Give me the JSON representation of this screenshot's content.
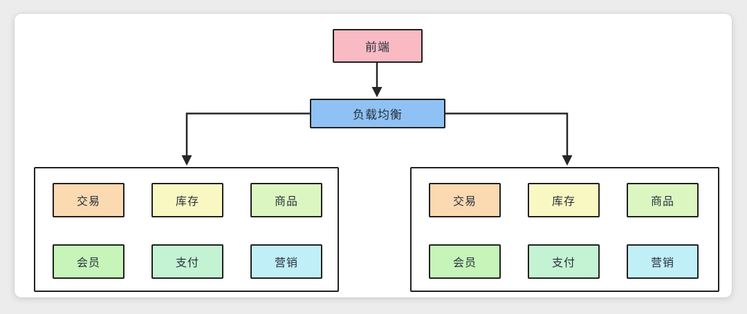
{
  "diagram": {
    "title_hidden": "",
    "line_color": "#262626",
    "border_color": "#1f1f1f",
    "canvas_color": "#ffffff",
    "page_background": "#ececec",
    "front": {
      "label": "前端",
      "color": "#f9bac4"
    },
    "load_balancer": {
      "label": "负载均衡",
      "color": "#8fc2f4"
    },
    "clusters": [
      {
        "name": "cluster-left",
        "services": [
          {
            "label": "交易",
            "color": "#fbd9b1"
          },
          {
            "label": "库存",
            "color": "#faf8c2"
          },
          {
            "label": "商品",
            "color": "#dcf6c1"
          },
          {
            "label": "会员",
            "color": "#c6f4b9"
          },
          {
            "label": "支付",
            "color": "#c4f3d3"
          },
          {
            "label": "营销",
            "color": "#c1eff8"
          }
        ]
      },
      {
        "name": "cluster-right",
        "services": [
          {
            "label": "交易",
            "color": "#fbd9b1"
          },
          {
            "label": "库存",
            "color": "#faf8c2"
          },
          {
            "label": "商品",
            "color": "#dcf6c1"
          },
          {
            "label": "会员",
            "color": "#c6f4b9"
          },
          {
            "label": "支付",
            "color": "#c4f3d3"
          },
          {
            "label": "营销",
            "color": "#c1eff8"
          }
        ]
      }
    ]
  }
}
